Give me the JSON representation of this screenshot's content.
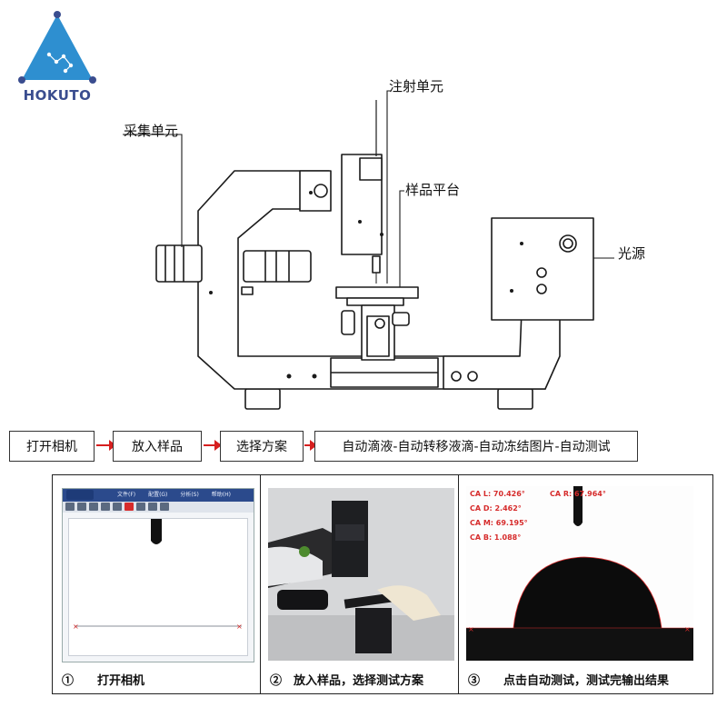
{
  "logo": {
    "text": "HOKUTO",
    "color": "#3a4d8f",
    "accent": "#2e8fd0"
  },
  "callouts": {
    "acquisition": "采集单元",
    "injection": "注射单元",
    "stage": "样品平台",
    "light": "光源"
  },
  "flow": {
    "arrow_color": "#d61f1f",
    "steps": [
      "打开相机",
      "放入样品",
      "选择方案",
      "自动滴液-自动转移液滴-自动冻结图片-自动测试"
    ]
  },
  "panels": [
    {
      "caption": "①　　打开相机",
      "menu": [
        "文件(F)",
        "配置(G)",
        "分析(S)",
        "帮助(H)"
      ]
    },
    {
      "caption": "②　放入样品，选择测试方案"
    },
    {
      "caption": "③　　点击自动测试，测试完输出结果",
      "readings": {
        "ca_l": "CA L:  70.426°",
        "ca_r": "CA R:  67.964°",
        "ca_d": "CA D:  2.462°",
        "ca_m": "CA M:  69.195°",
        "ca_b": "CA B:  1.088°"
      },
      "reading_color": "#d62b2b"
    }
  ]
}
